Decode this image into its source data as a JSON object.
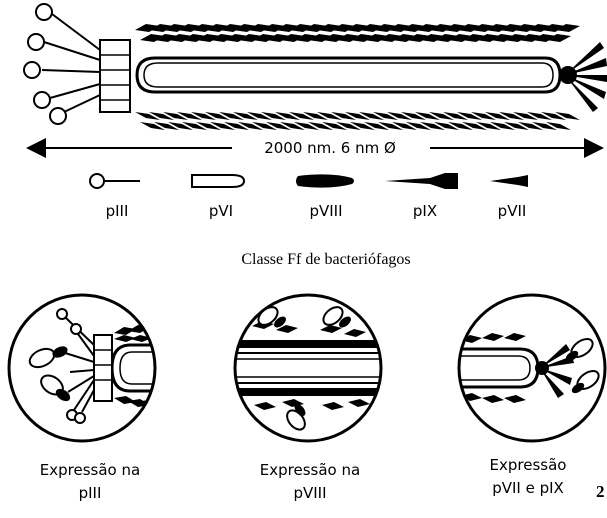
{
  "measurement": "2000 nm. 6 nm Ø",
  "proteins": [
    {
      "key": "piii",
      "label": "pIII"
    },
    {
      "key": "pvi",
      "label": "pVI"
    },
    {
      "key": "pviii",
      "label": "pVIII"
    },
    {
      "key": "pix",
      "label": "pIX"
    },
    {
      "key": "pvii",
      "label": "pVII"
    }
  ],
  "caption": "Classe Ff de bacteriófagos",
  "expressions": [
    {
      "line1": "Expressão na",
      "line2": "pIII"
    },
    {
      "line1": "Expressão na",
      "line2": "pVIII"
    },
    {
      "line1": "Expressão",
      "line2": "pVII e pIX"
    }
  ],
  "corner_number": "2"
}
